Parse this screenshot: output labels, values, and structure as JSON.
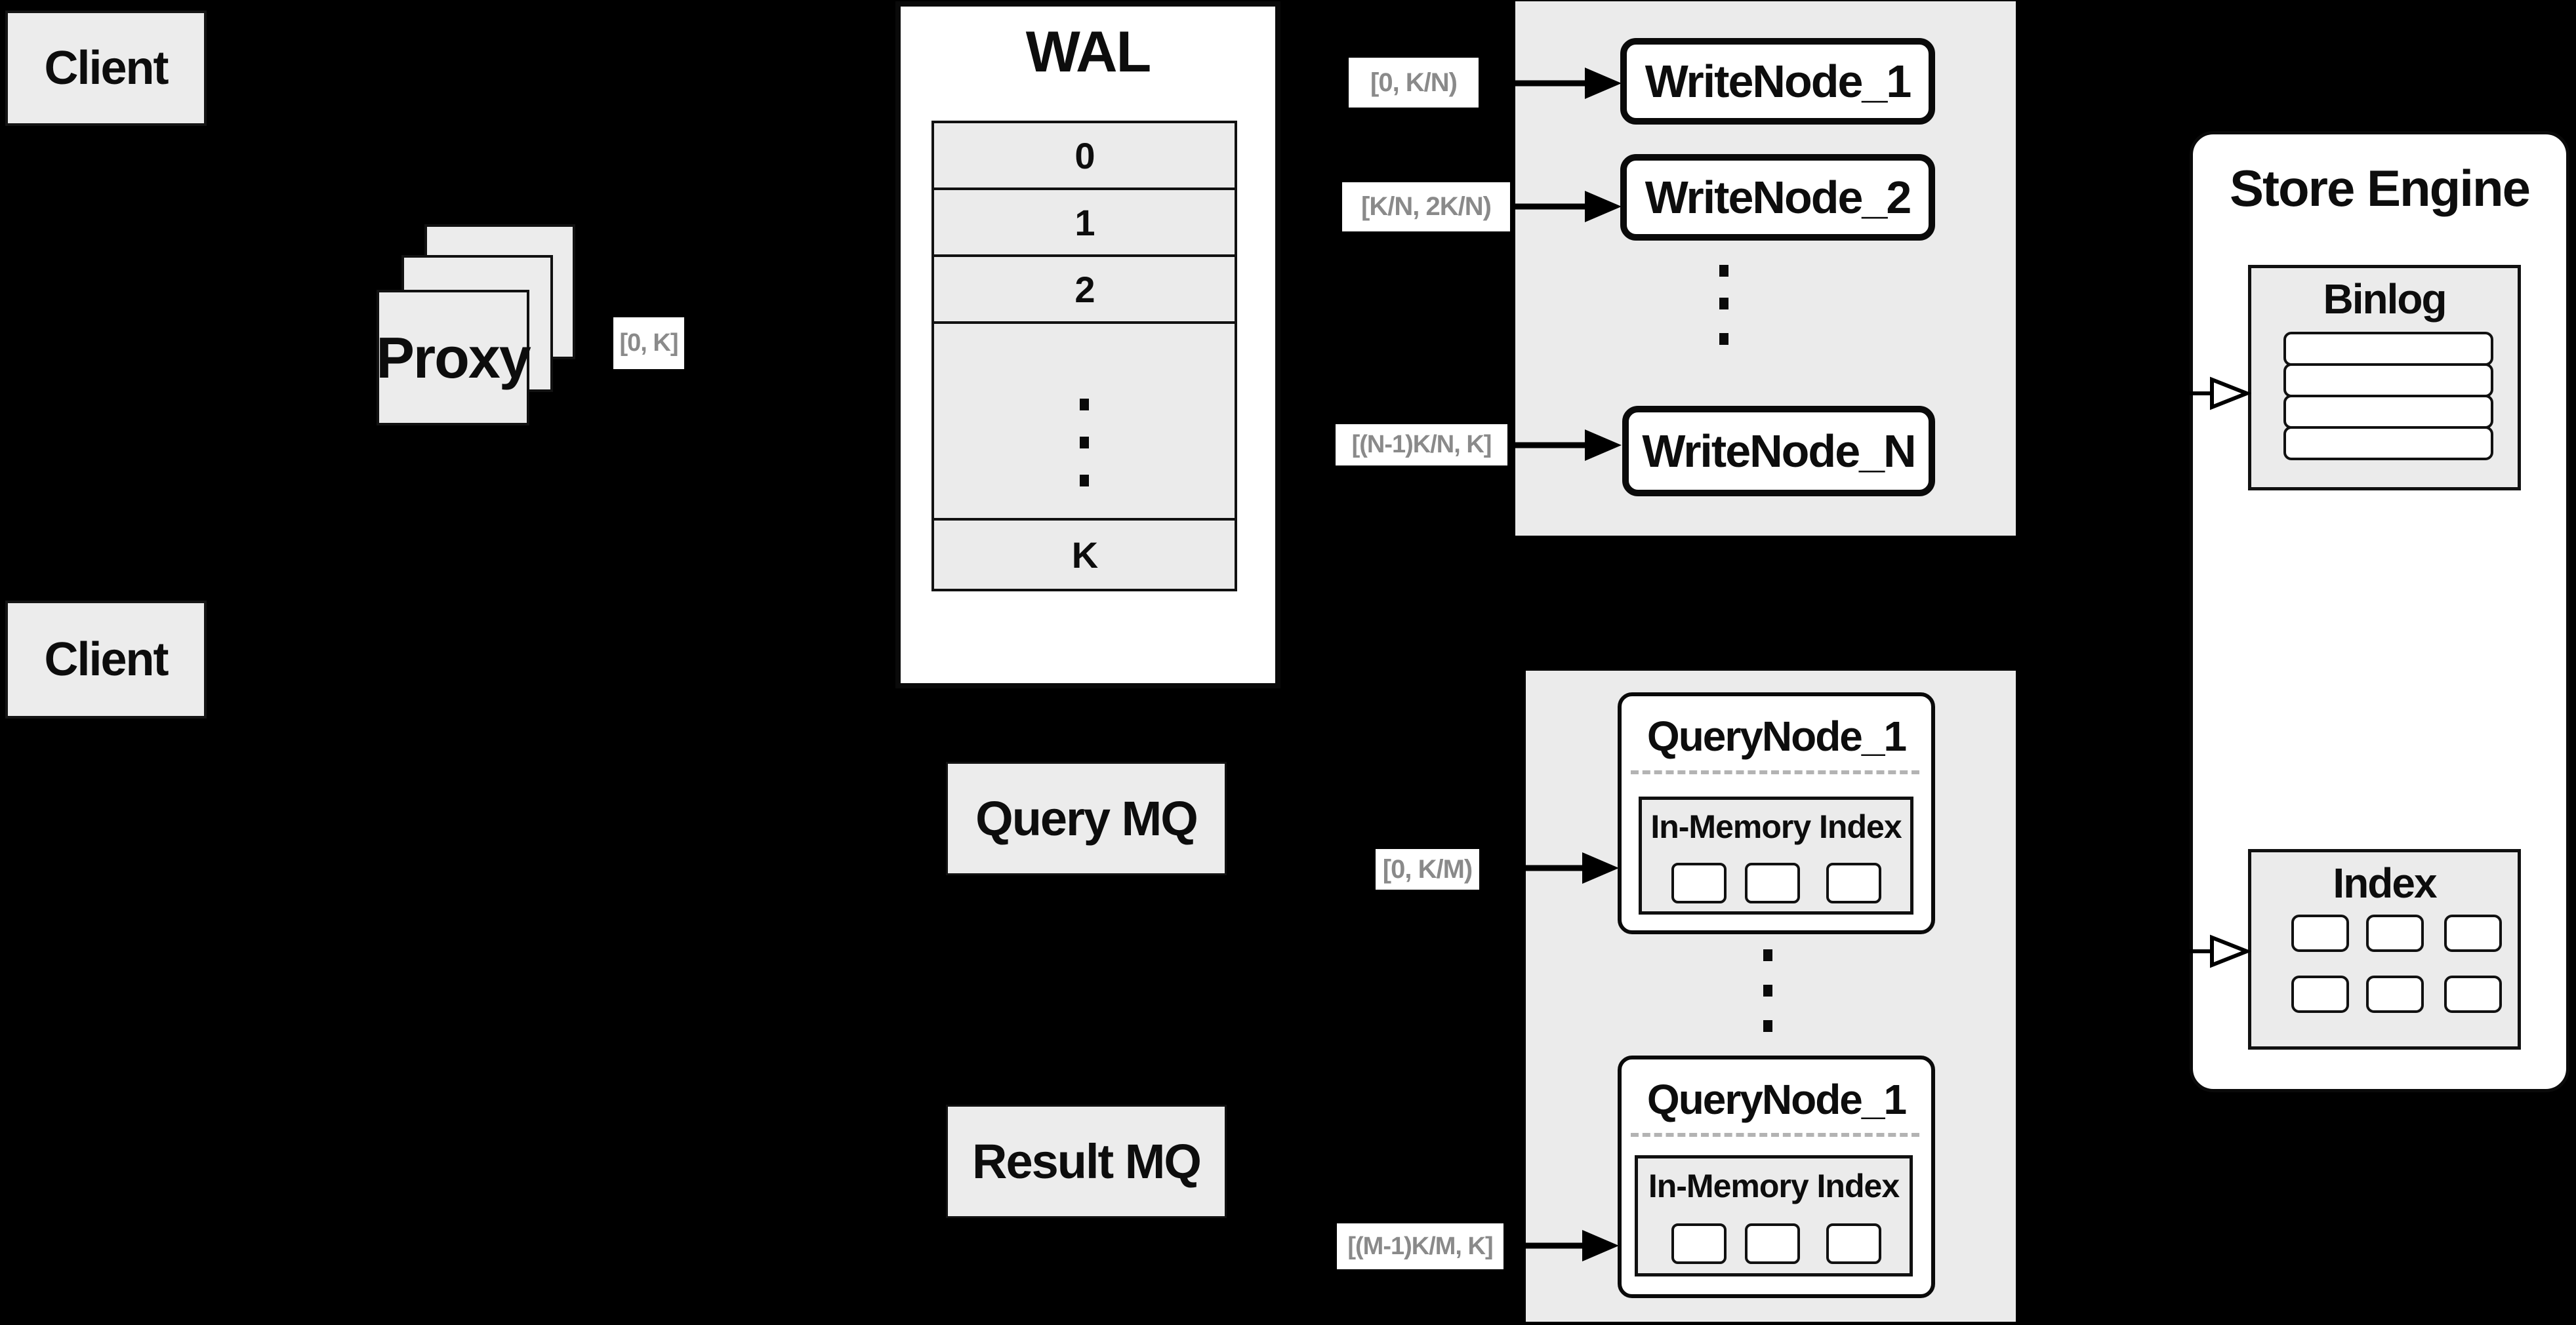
{
  "clients": {
    "top": "Client",
    "bottom": "Client"
  },
  "proxy": {
    "label": "Proxy"
  },
  "wal": {
    "title": "WAL",
    "row0": "0",
    "row1": "1",
    "row2": "2",
    "rowK": "K"
  },
  "ranges": {
    "proxy_out": "[0, K]",
    "write1": "[0, K/N)",
    "write2": "[K/N, 2K/N)",
    "writeN": "[(N-1)K/N, K]",
    "query1": "[0, K/M)",
    "queryM": "[(M-1)K/M, K]"
  },
  "write_nodes": {
    "node1": "WriteNode_1",
    "node2": "WriteNode_2",
    "nodeN": "WriteNode_N"
  },
  "mq": {
    "query": "Query MQ",
    "result": "Result MQ"
  },
  "query_nodes": {
    "top_title": "QueryNode_1",
    "bottom_title": "QueryNode_1",
    "inner_label": "In-Memory Index"
  },
  "store": {
    "title": "Store Engine",
    "binlog_title": "Binlog",
    "index_title": "Index"
  },
  "colors": {
    "background": "#000000",
    "panel_gray": "#ebebeb",
    "node_white": "#ffffff",
    "line_black": "#0d0d0d",
    "range_text_gray": "#8a8a8a"
  }
}
